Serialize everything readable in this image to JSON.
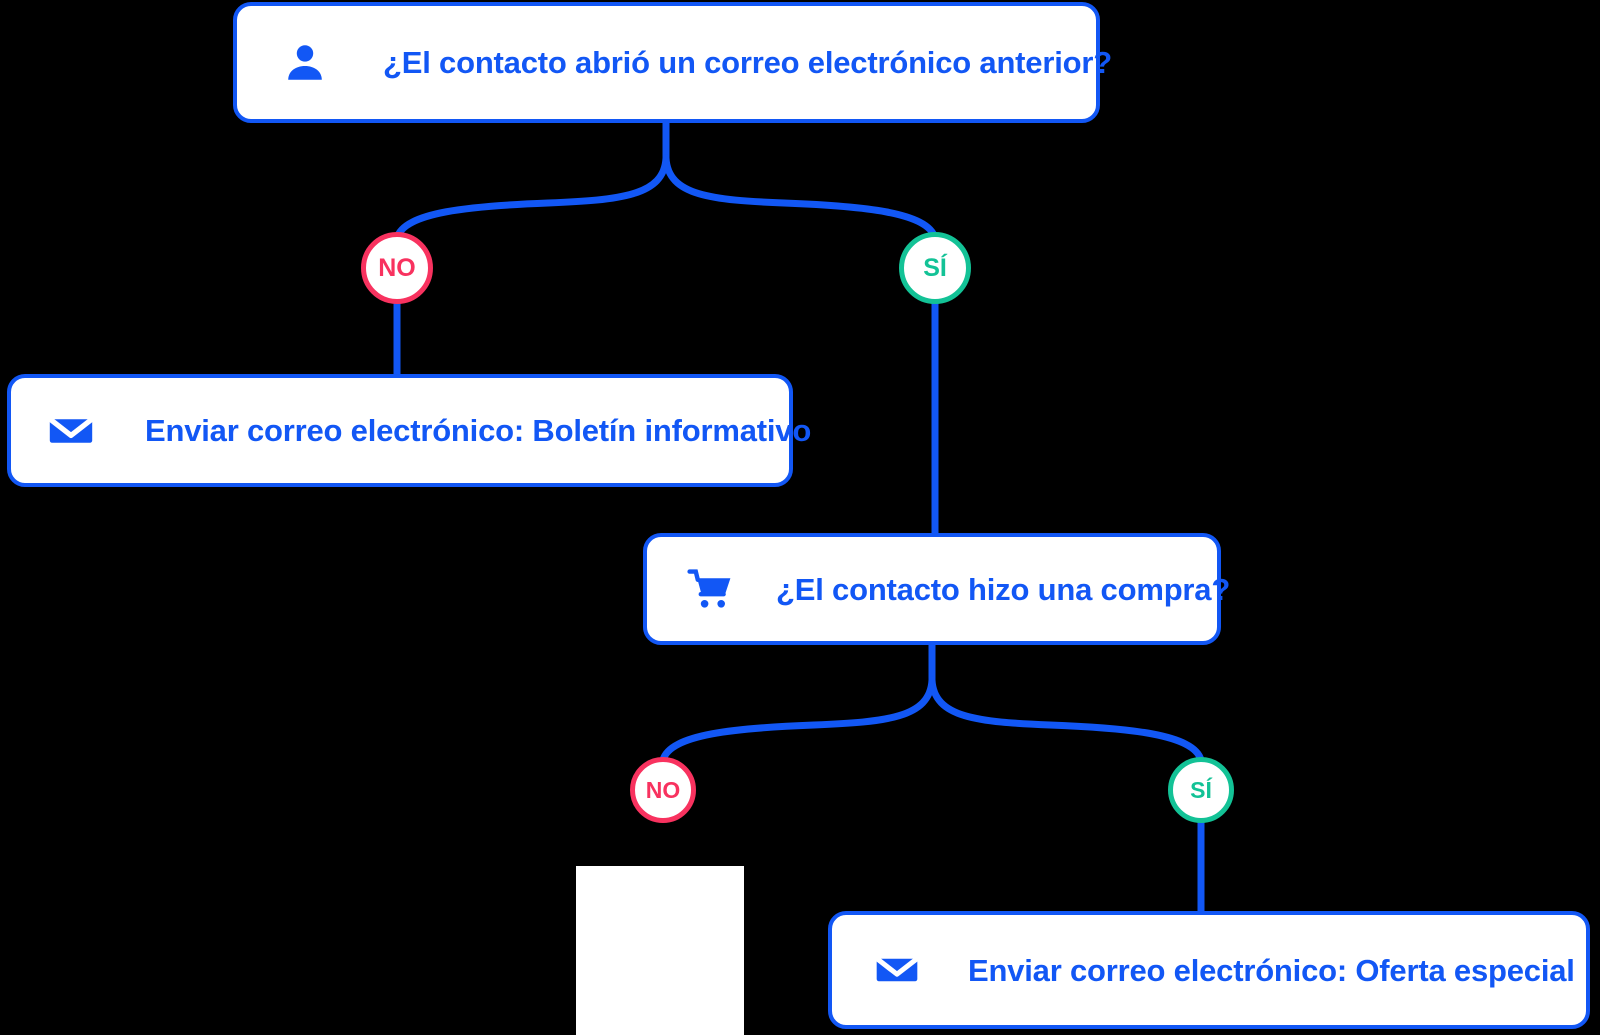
{
  "diagram": {
    "title": "Flujo de automatizacion de correo electronico",
    "colors": {
      "accent_blue": "#1257F5",
      "node_fill": "#FFFFFF",
      "no_pink": "#F8325F",
      "yes_green": "#13C296",
      "background": "#000000"
    },
    "nodes": [
      {
        "id": "q-open-email",
        "type": "decision-box",
        "icon": "person-icon",
        "label": "¿El contacto abrió un correo electrónico anterior?"
      },
      {
        "id": "a-newsletter",
        "type": "action-box",
        "icon": "envelope-icon",
        "label": "Enviar correo electrónico: Boletín informativo"
      },
      {
        "id": "q-made-purchase",
        "type": "decision-box",
        "icon": "shopping-cart-icon",
        "label": "¿El contacto hizo una compra?"
      },
      {
        "id": "a-special-offer",
        "type": "action-box",
        "icon": "envelope-icon",
        "label": "Enviar correo electrónico: Oferta especial"
      }
    ],
    "branches": [
      {
        "id": "branch-1-no",
        "label": "NO",
        "kind": "no",
        "from": "q-open-email",
        "to": "a-newsletter"
      },
      {
        "id": "branch-1-si",
        "label": "SÍ",
        "kind": "si",
        "from": "q-open-email",
        "to": "q-made-purchase"
      },
      {
        "id": "branch-2-no",
        "label": "NO",
        "kind": "no",
        "from": "q-made-purchase",
        "to": "clipped-node"
      },
      {
        "id": "branch-2-si",
        "label": "SÍ",
        "kind": "si",
        "from": "q-made-purchase",
        "to": "a-special-offer"
      }
    ]
  }
}
